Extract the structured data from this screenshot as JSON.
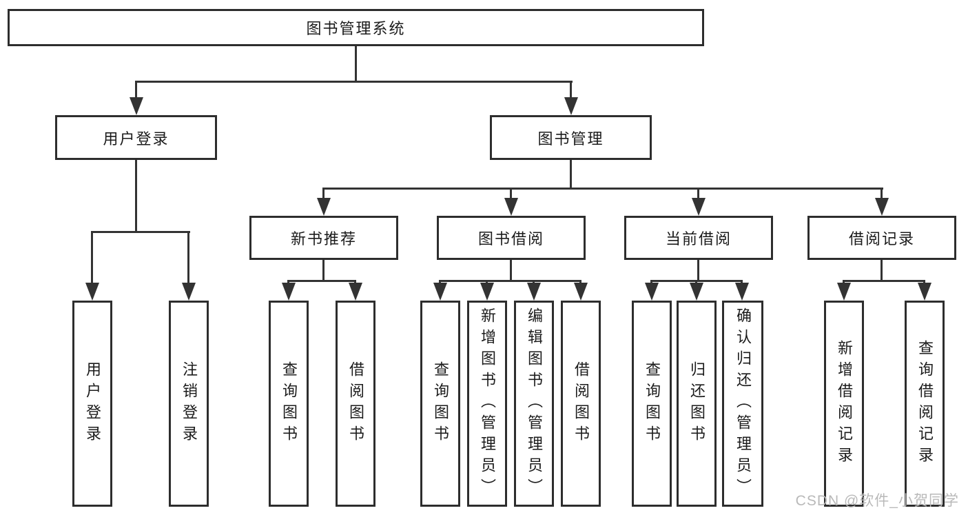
{
  "diagram": {
    "type": "hierarchy-tree",
    "colors": {
      "line": "#333333",
      "box_border": "#2d2d2d",
      "box_background": "#ffffff",
      "text": "#1b1b1b",
      "watermark": "#b9b9b9"
    },
    "root": {
      "label": "图书管理系统",
      "children": [
        {
          "label": "用户登录",
          "children": [
            {
              "label": "用户登录"
            },
            {
              "label": "注销登录"
            }
          ]
        },
        {
          "label": "图书管理",
          "children": [
            {
              "label": "新书推荐",
              "children": [
                {
                  "label": "查询图书"
                },
                {
                  "label": "借阅图书"
                }
              ]
            },
            {
              "label": "图书借阅",
              "children": [
                {
                  "label": "查询图书"
                },
                {
                  "label": "新增图书（管理员）"
                },
                {
                  "label": "编辑图书（管理员）"
                },
                {
                  "label": "借阅图书"
                }
              ]
            },
            {
              "label": "当前借阅",
              "children": [
                {
                  "label": "查询图书"
                },
                {
                  "label": "归还图书"
                },
                {
                  "label": "确认归还（管理员）"
                }
              ]
            },
            {
              "label": "借阅记录",
              "children": [
                {
                  "label": "新增借阅记录"
                },
                {
                  "label": "查询借阅记录"
                }
              ]
            }
          ]
        }
      ]
    },
    "watermark": "CSDN @软件_小贺同学"
  }
}
